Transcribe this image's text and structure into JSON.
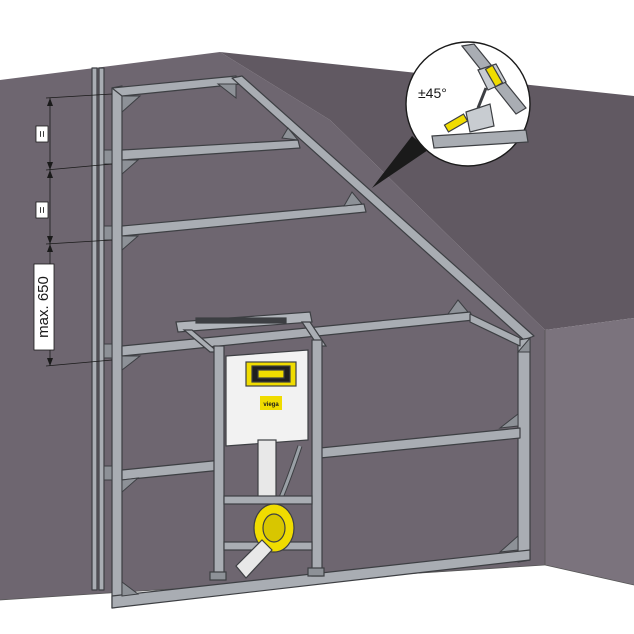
{
  "diagram": {
    "dimension_label": "max. 650",
    "equal_mark_upper": "=",
    "equal_mark_lower": "=",
    "detail_callout_label": "±45°",
    "brand_name": "viega"
  },
  "colors": {
    "wall_dark": "#6e6670",
    "wall_side": "#88808a",
    "floor": "#ffffff",
    "frame_face": "#a9adb3",
    "frame_edge": "#3d3f43",
    "accent_yellow": "#f0dc00",
    "module_white": "#f2f2f2"
  }
}
